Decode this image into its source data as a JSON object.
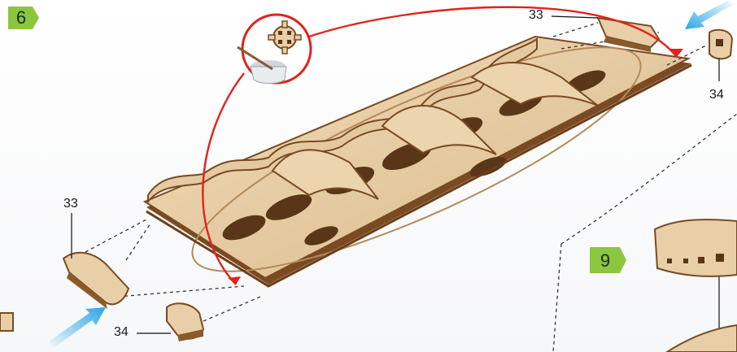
{
  "steps": {
    "current": "6",
    "next": "9"
  },
  "parts": {
    "top_right_end": "33",
    "top_right_cap": "34",
    "left_end": "33",
    "bottom_cap": "34"
  },
  "colors": {
    "badge_green": "#8cc63f",
    "arrow_blue": "#2aa6e6",
    "glue_arrow_red": "#e0231c",
    "wood_light": "#e8cfa8",
    "wood_dark": "#8a5a2b"
  },
  "icons": [
    "glue-pot-icon",
    "blue-arrow-icon",
    "red-arrow-icon"
  ]
}
